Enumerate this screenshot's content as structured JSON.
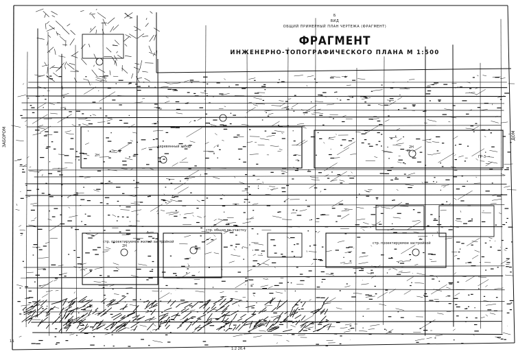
{
  "title": {
    "line1": "Б",
    "line2": "ВИД",
    "line3": "ОБЩИЙ ПРИМЕРНЫЙ ПЛАН ЧЕРТЕЖА (ФРАГМЕНТ)",
    "main": "ФРАГМЕНТ",
    "subtitle": "ИНЖЕНЕРНО-ТОПОГРАФИЧЕСКОГО ПЛАНА М 1:500"
  },
  "labels": {
    "building_upper_left": "2Н",
    "building_upper_right": "2Н",
    "building_upper_far_right": "ГР-3",
    "lower_left": "2Н",
    "lower_mid": "4Н",
    "wood_note": "деревянный забор",
    "caption_lower_mid": "стр. общая по участку",
    "caption_lower_right": "стр. проектируемое застройкой",
    "caption_lower_left": "стр. проектируемое жилой застройкой",
    "bottom_scale_left": "1Б",
    "bottom_scale_mid": "1:2 26.4",
    "left_side": "ЗАБОРОМ",
    "right_side": "ДОМ"
  },
  "colors": {
    "ink": "#111111",
    "paper": "#ffffff"
  }
}
